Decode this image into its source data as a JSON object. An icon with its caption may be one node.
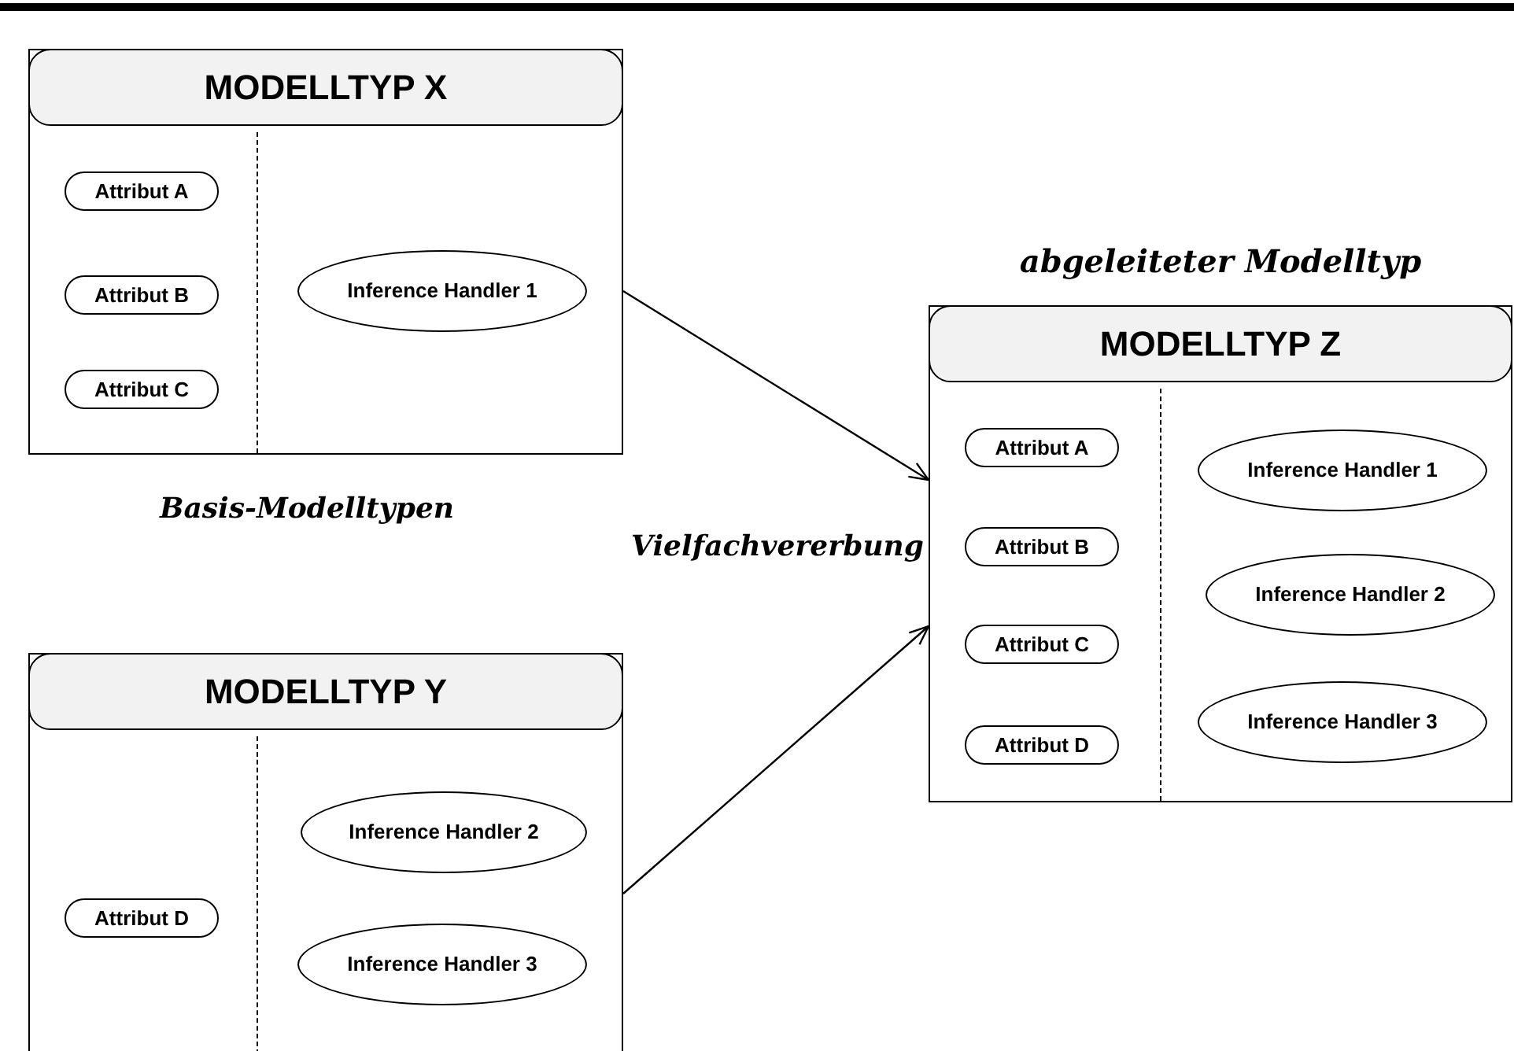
{
  "diagram": {
    "nodes": [
      {
        "text": [
          "MODELLTYP X"
        ]
      },
      {
        "text": [
          "Attribut A"
        ],
        "in": 0
      },
      {
        "text": [
          "Attribut B"
        ],
        "in": 0
      },
      {
        "text": [
          "Attribut C"
        ],
        "in": 0
      },
      {
        "text": [
          "Inference Handler 1"
        ],
        "in": 0
      },
      {
        "text": [
          "MODELLTYP Y"
        ]
      },
      {
        "text": [
          "Attribut D"
        ],
        "in": 5
      },
      {
        "text": [
          "Inference Handler 2"
        ],
        "in": 5
      },
      {
        "text": [
          "Inference Handler 3"
        ],
        "in": 5
      },
      {
        "text": [
          "MODELLTYP Z"
        ],
        "beside": [
          "abgeleiteter Modelltyp"
        ]
      },
      {
        "text": [
          "Attribut A"
        ],
        "in": 9
      },
      {
        "text": [
          "Attribut B"
        ],
        "in": 9
      },
      {
        "text": [
          "Attribut C"
        ],
        "in": 9
      },
      {
        "text": [
          "Attribut D"
        ],
        "in": 9
      },
      {
        "text": [
          "Inference Handler 1"
        ],
        "in": 9
      },
      {
        "text": [
          "Inference Handler 2"
        ],
        "in": 9
      },
      {
        "text": [
          "Inference Handler 3"
        ],
        "in": 9
      }
    ],
    "edges": [
      {
        "from": 0,
        "to": 9,
        "arrow": "to"
      },
      {
        "from": 5,
        "to": 9,
        "arrow": "to"
      }
    ],
    "labels": [
      "Basis-Modelltypen",
      "Vielfachvererbung"
    ]
  }
}
